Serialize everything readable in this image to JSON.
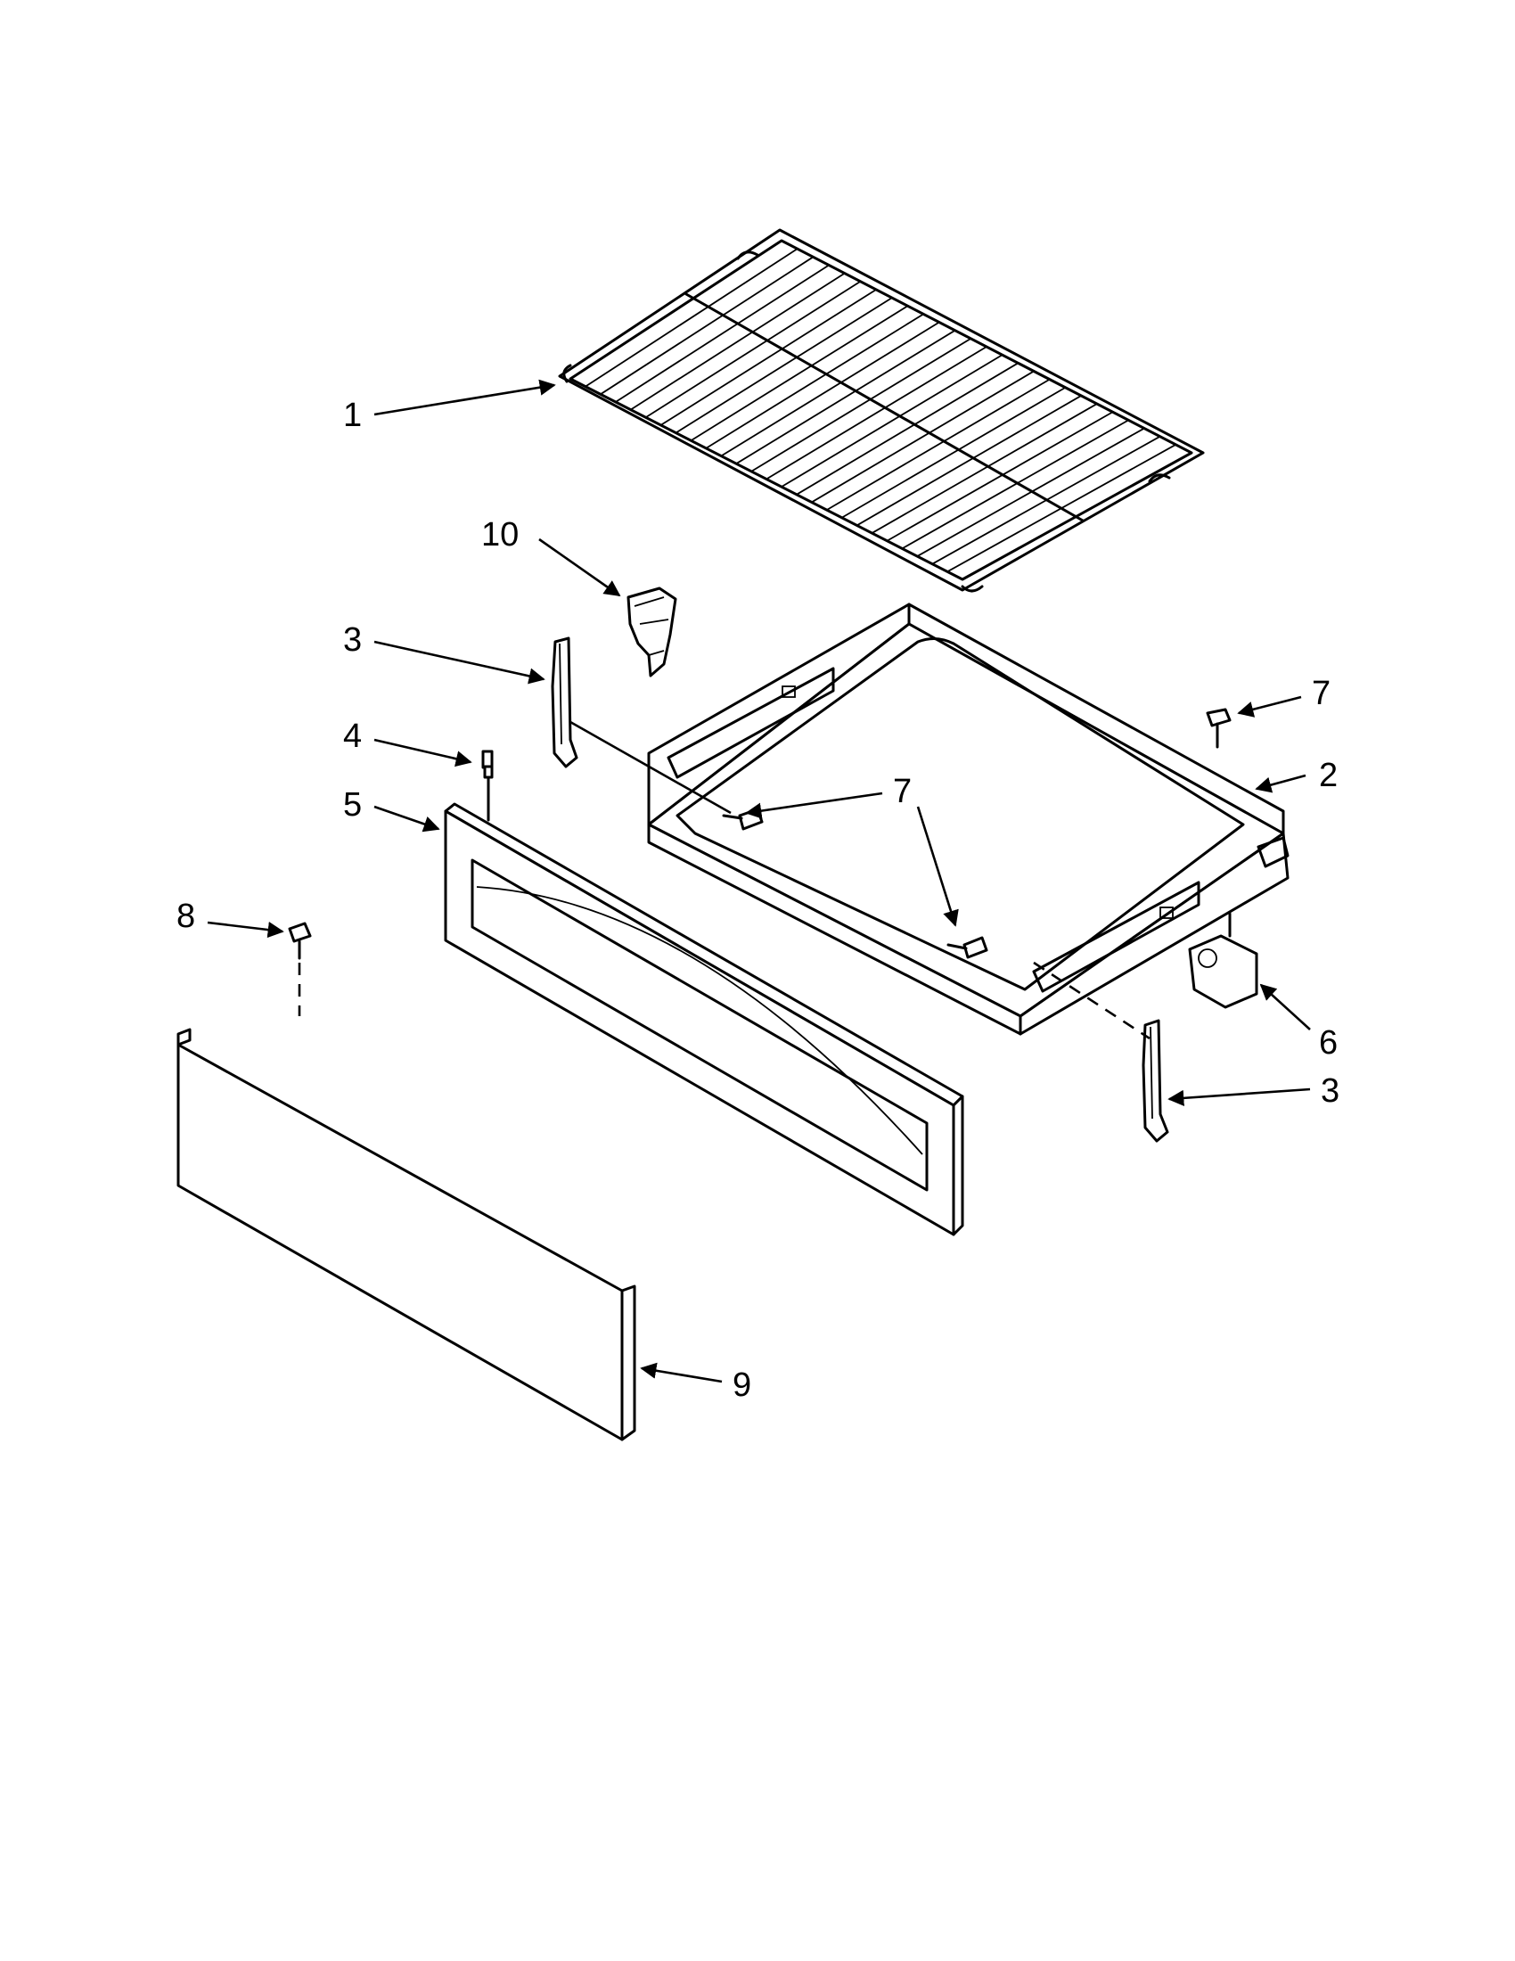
{
  "callouts": [
    {
      "id": "c1",
      "label": "1"
    },
    {
      "id": "c2",
      "label": "2"
    },
    {
      "id": "c3a",
      "label": "3"
    },
    {
      "id": "c3b",
      "label": "3"
    },
    {
      "id": "c4",
      "label": "4"
    },
    {
      "id": "c5",
      "label": "5"
    },
    {
      "id": "c6",
      "label": "6"
    },
    {
      "id": "c7a",
      "label": "7"
    },
    {
      "id": "c7b",
      "label": "7"
    },
    {
      "id": "c8",
      "label": "8"
    },
    {
      "id": "c9",
      "label": "9"
    },
    {
      "id": "c10",
      "label": "10"
    }
  ],
  "colors": {
    "line": "#000000",
    "background": "#ffffff"
  }
}
